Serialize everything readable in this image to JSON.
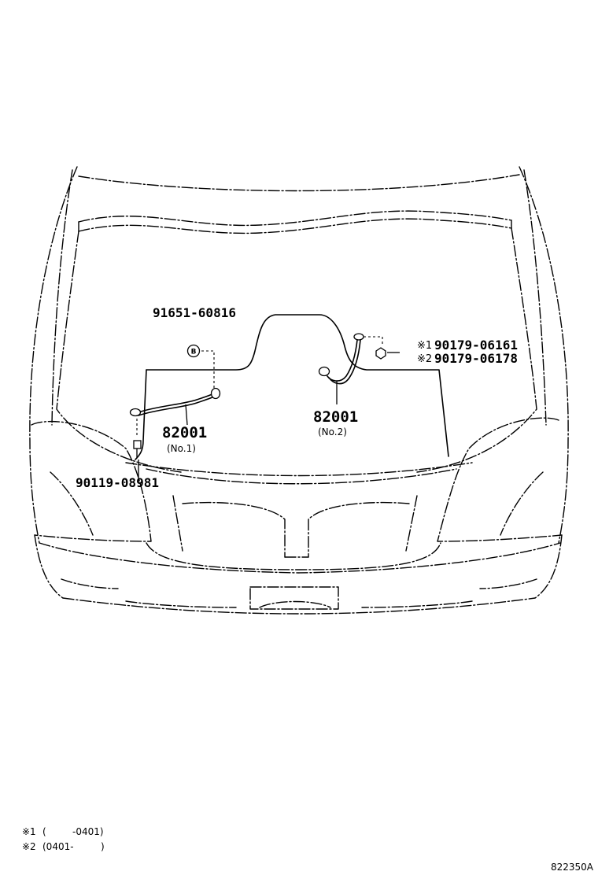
{
  "parts": {
    "screw_top": "91651-60816",
    "nut_1_mark": "※1",
    "nut_1": "90179-06161",
    "nut_2_mark": "※2",
    "nut_2": "90179-06178",
    "strap_no1": "82001",
    "strap_no1_sub": "(No.1)",
    "strap_no2": "82001",
    "strap_no2_sub": "(No.2)",
    "bolt_bottom": "90119-08981"
  },
  "callout": {
    "circle_letter": "B"
  },
  "legend": {
    "row1_mark": "※1",
    "row1_open": "(",
    "row1_range": "-0401)",
    "row2_mark": "※2",
    "row2_range": "(0401-",
    "row2_close": ")"
  },
  "diagram_code": "822350A"
}
